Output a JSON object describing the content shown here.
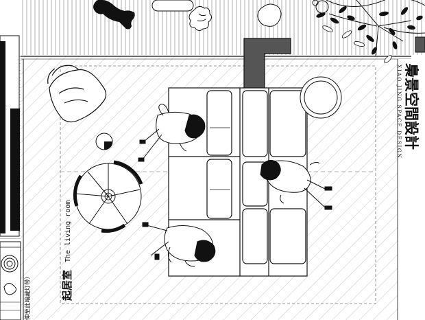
{
  "brand": {
    "name_cn": "梟景空間設計",
    "name_en": "XIAO JING SPACE DESIGN"
  },
  "room": {
    "name_cn": "起居室",
    "name_en": "The living room"
  },
  "side_note": "伸至此暗藏灯带）",
  "colors": {
    "line": "#111111",
    "wall_fill": "#555555",
    "background": "#ffffff"
  }
}
